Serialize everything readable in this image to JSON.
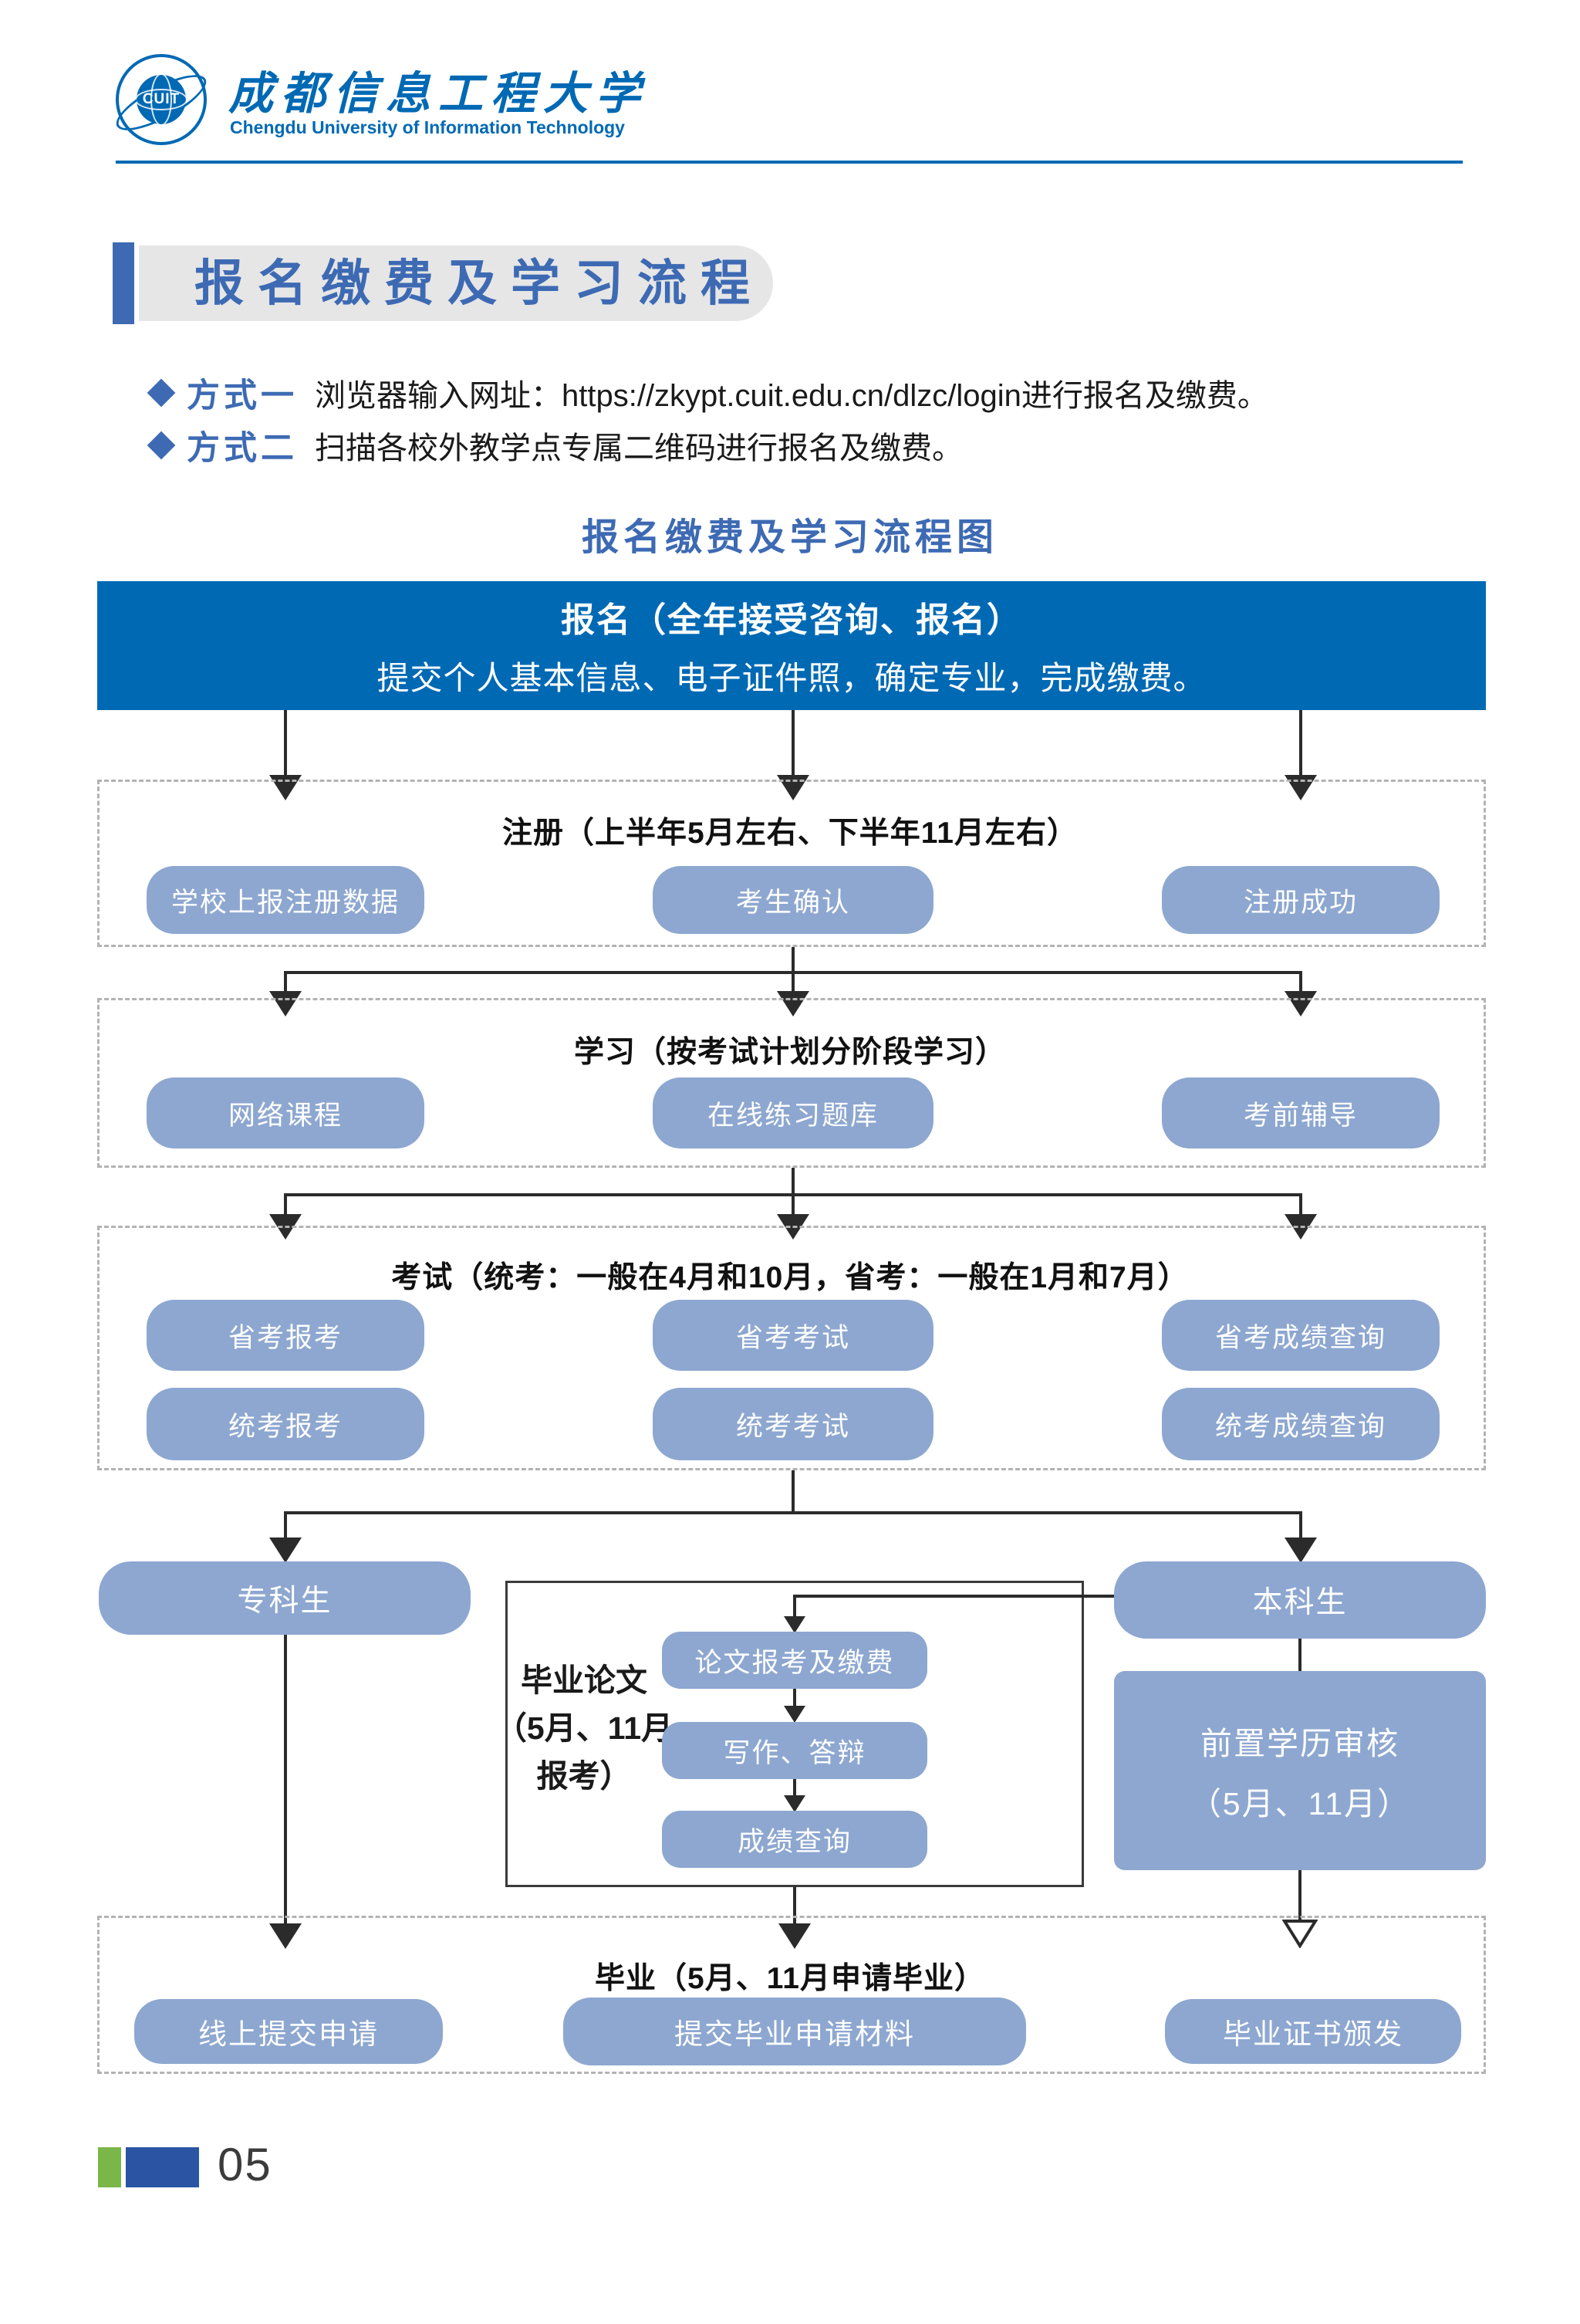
{
  "logo": {
    "abbr": "CUIT",
    "cn_name": "成都信息工程大学",
    "en_name": "Chengdu University of Information Technology"
  },
  "banner": {
    "title": "报名缴费及学习流程"
  },
  "methods": [
    {
      "label": "方式一",
      "text": "浏览器输入网址：https://zkypt.cuit.edu.cn/dlzc/login进行报名及缴费。"
    },
    {
      "label": "方式二",
      "text": "扫描各校外教学点专属二维码进行报名及缴费。"
    }
  ],
  "flow": {
    "title": "报名缴费及学习流程图",
    "start_line1": "报名（全年接受咨询、报名）",
    "start_line2": "提交个人基本信息、电子证件照，确定专业，完成缴费。",
    "register": {
      "title": "注册（上半年5月左右、下半年11月左右）",
      "items": [
        "学校上报注册数据",
        "考生确认",
        "注册成功"
      ]
    },
    "study": {
      "title": "学习（按考试计划分阶段学习）",
      "items": [
        "网络课程",
        "在线练习题库",
        "考前辅导"
      ]
    },
    "exam": {
      "title": "考试（统考：一般在4月和10月，省考：一般在1月和7月）",
      "row1": [
        "省考报考",
        "省考考试",
        "省考成绩查询"
      ],
      "row2": [
        "统考报考",
        "统考考试",
        "统考成绩查询"
      ]
    },
    "junior": "专科生",
    "senior": "本科生",
    "thesis": {
      "label_line1": "毕业论文",
      "label_line2": "（5月、11月",
      "label_line3": "报考）",
      "steps": [
        "论文报考及缴费",
        "写作、答辩",
        "成绩查询"
      ]
    },
    "review_line1": "前置学历审核",
    "review_line2": "（5月、11月）",
    "graduate": {
      "title": "毕业（5月、11月申请毕业）",
      "items": [
        "线上提交申请",
        "提交毕业申请材料",
        "毕业证书颁发"
      ]
    }
  },
  "footer": {
    "page_number": "05"
  },
  "colors": {
    "brand_blue": "#0069b4",
    "heading_blue": "#3d6ab3",
    "box_blue": "#8da7d0",
    "line_dark": "#2b2b2b",
    "footer_green": "#7ab648",
    "footer_blue": "#2b55a3"
  }
}
